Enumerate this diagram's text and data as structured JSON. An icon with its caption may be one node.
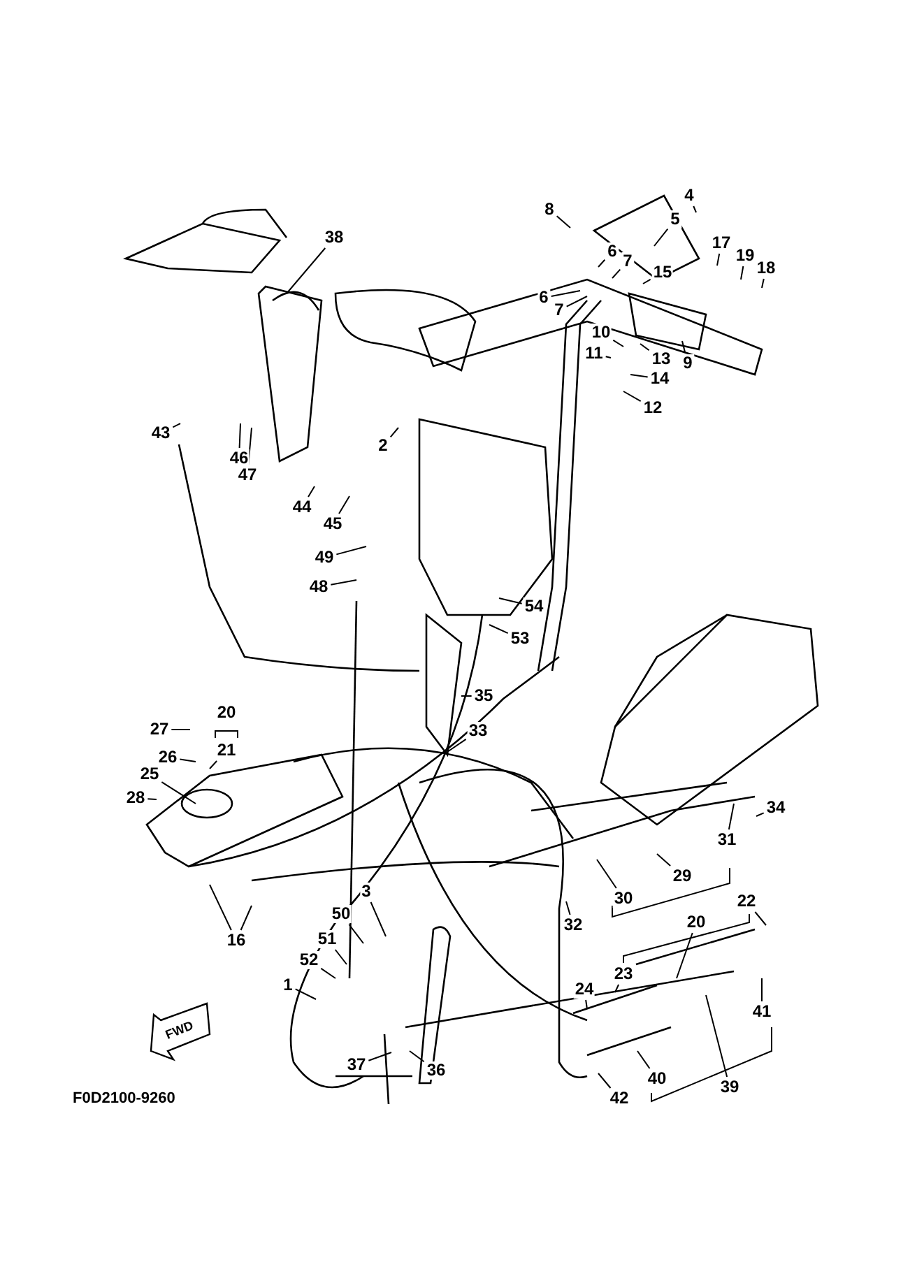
{
  "diagram": {
    "nodes": [
      {
        "text": [
          "4"
        ]
      },
      {
        "text": [
          "8"
        ]
      },
      {
        "text": [
          "5"
        ]
      },
      {
        "text": [
          "6"
        ]
      },
      {
        "text": [
          "7"
        ]
      },
      {
        "text": [
          "17"
        ]
      },
      {
        "text": [
          "19"
        ]
      },
      {
        "text": [
          "18"
        ]
      },
      {
        "text": [
          "38"
        ]
      },
      {
        "text": [
          "6"
        ]
      },
      {
        "text": [
          "15"
        ]
      },
      {
        "text": [
          "7"
        ]
      },
      {
        "text": [
          "10"
        ]
      },
      {
        "text": [
          "11"
        ]
      },
      {
        "text": [
          "13"
        ]
      },
      {
        "text": [
          "9"
        ]
      },
      {
        "text": [
          "14"
        ]
      },
      {
        "text": [
          "12"
        ]
      },
      {
        "text": [
          "43"
        ]
      },
      {
        "text": [
          "2"
        ]
      },
      {
        "text": [
          "46"
        ]
      },
      {
        "text": [
          "47"
        ]
      },
      {
        "text": [
          "44"
        ]
      },
      {
        "text": [
          "45"
        ]
      },
      {
        "text": [
          "49"
        ]
      },
      {
        "text": [
          "48"
        ]
      },
      {
        "text": [
          "54"
        ]
      },
      {
        "text": [
          "53"
        ]
      },
      {
        "text": [
          "35"
        ]
      },
      {
        "text": [
          "27"
        ]
      },
      {
        "text": [
          "20"
        ]
      },
      {
        "text": [
          "33"
        ]
      },
      {
        "text": [
          "26"
        ]
      },
      {
        "text": [
          "21"
        ]
      },
      {
        "text": [
          "25"
        ]
      },
      {
        "text": [
          "28"
        ]
      },
      {
        "text": [
          "34"
        ]
      },
      {
        "text": [
          "31"
        ]
      },
      {
        "text": [
          "3"
        ]
      },
      {
        "text": [
          "30"
        ]
      },
      {
        "text": [
          "29"
        ]
      },
      {
        "text": [
          "22"
        ]
      },
      {
        "text": [
          "50"
        ]
      },
      {
        "text": [
          "32"
        ]
      },
      {
        "text": [
          "20"
        ]
      },
      {
        "text": [
          "16"
        ]
      },
      {
        "text": [
          "51"
        ]
      },
      {
        "text": [
          "52"
        ]
      },
      {
        "text": [
          "23"
        ]
      },
      {
        "text": [
          "1"
        ]
      },
      {
        "text": [
          "24"
        ]
      },
      {
        "text": [
          "41"
        ]
      },
      {
        "text": [
          "37"
        ]
      },
      {
        "text": [
          "36"
        ]
      },
      {
        "text": [
          "39"
        ]
      },
      {
        "text": [
          "40"
        ]
      },
      {
        "text": [
          "42"
        ]
      }
    ],
    "edges": [
      {
        "from": 0,
        "to": null,
        "arrow": "none"
      },
      {
        "from": 1,
        "to": null,
        "arrow": "none"
      },
      {
        "from": 2,
        "to": null,
        "arrow": "none"
      },
      {
        "from": 3,
        "to": null,
        "arrow": "none"
      },
      {
        "from": 4,
        "to": null,
        "arrow": "none"
      },
      {
        "from": 5,
        "to": null,
        "arrow": "none"
      },
      {
        "from": 6,
        "to": null,
        "arrow": "none"
      },
      {
        "from": 7,
        "to": null,
        "arrow": "none"
      },
      {
        "from": 8,
        "to": null,
        "arrow": "none"
      },
      {
        "from": 9,
        "to": null,
        "arrow": "none"
      },
      {
        "from": 10,
        "to": null,
        "arrow": "none"
      },
      {
        "from": 11,
        "to": null,
        "arrow": "none"
      },
      {
        "from": 12,
        "to": null,
        "arrow": "none"
      },
      {
        "from": 13,
        "to": null,
        "arrow": "none"
      },
      {
        "from": 14,
        "to": null,
        "arrow": "none"
      },
      {
        "from": 15,
        "to": null,
        "arrow": "none"
      },
      {
        "from": 16,
        "to": null,
        "arrow": "none"
      },
      {
        "from": 17,
        "to": null,
        "arrow": "none"
      },
      {
        "from": 18,
        "to": null,
        "arrow": "none"
      },
      {
        "from": 19,
        "to": null,
        "arrow": "none"
      },
      {
        "from": 20,
        "to": null,
        "arrow": "none"
      },
      {
        "from": 21,
        "to": null,
        "arrow": "none"
      },
      {
        "from": 22,
        "to": null,
        "arrow": "none"
      },
      {
        "from": 23,
        "to": null,
        "arrow": "none"
      },
      {
        "from": 24,
        "to": null,
        "arrow": "none"
      },
      {
        "from": 25,
        "to": null,
        "arrow": "none"
      },
      {
        "from": 26,
        "to": null,
        "arrow": "none"
      },
      {
        "from": 27,
        "to": null,
        "arrow": "none"
      },
      {
        "from": 28,
        "to": null,
        "arrow": "none"
      },
      {
        "from": 29,
        "to": null,
        "arrow": "none"
      },
      {
        "from": 31,
        "to": null,
        "arrow": "none"
      },
      {
        "from": 32,
        "to": null,
        "arrow": "none"
      },
      {
        "from": 33,
        "to": null,
        "arrow": "none"
      },
      {
        "from": 34,
        "to": null,
        "arrow": "none"
      },
      {
        "from": 35,
        "to": null,
        "arrow": "none"
      },
      {
        "from": 36,
        "to": null,
        "arrow": "none"
      },
      {
        "from": 37,
        "to": null,
        "arrow": "none"
      },
      {
        "from": 38,
        "to": null,
        "arrow": "none"
      },
      {
        "from": 39,
        "to": null,
        "arrow": "none"
      },
      {
        "from": 40,
        "to": null,
        "arrow": "none"
      },
      {
        "from": 41,
        "to": null,
        "arrow": "none"
      },
      {
        "from": 42,
        "to": null,
        "arrow": "none"
      },
      {
        "from": 43,
        "to": null,
        "arrow": "none"
      },
      {
        "from": 44,
        "to": null,
        "arrow": "none"
      },
      {
        "from": 45,
        "to": null,
        "arrow": "none"
      },
      {
        "from": 45,
        "to": null,
        "arrow": "none"
      },
      {
        "from": 46,
        "to": null,
        "arrow": "none"
      },
      {
        "from": 47,
        "to": null,
        "arrow": "none"
      },
      {
        "from": 48,
        "to": null,
        "arrow": "none"
      },
      {
        "from": 49,
        "to": null,
        "arrow": "none"
      },
      {
        "from": 50,
        "to": null,
        "arrow": "none"
      },
      {
        "from": 51,
        "to": null,
        "arrow": "none"
      },
      {
        "from": 52,
        "to": null,
        "arrow": "none"
      },
      {
        "from": 53,
        "to": null,
        "arrow": "none"
      },
      {
        "from": 54,
        "to": null,
        "arrow": "none"
      },
      {
        "from": 55,
        "to": null,
        "arrow": "none"
      },
      {
        "from": 56,
        "to": null,
        "arrow": "none"
      }
    ],
    "labels": [
      "FWD",
      "F0D2100-9260"
    ]
  }
}
